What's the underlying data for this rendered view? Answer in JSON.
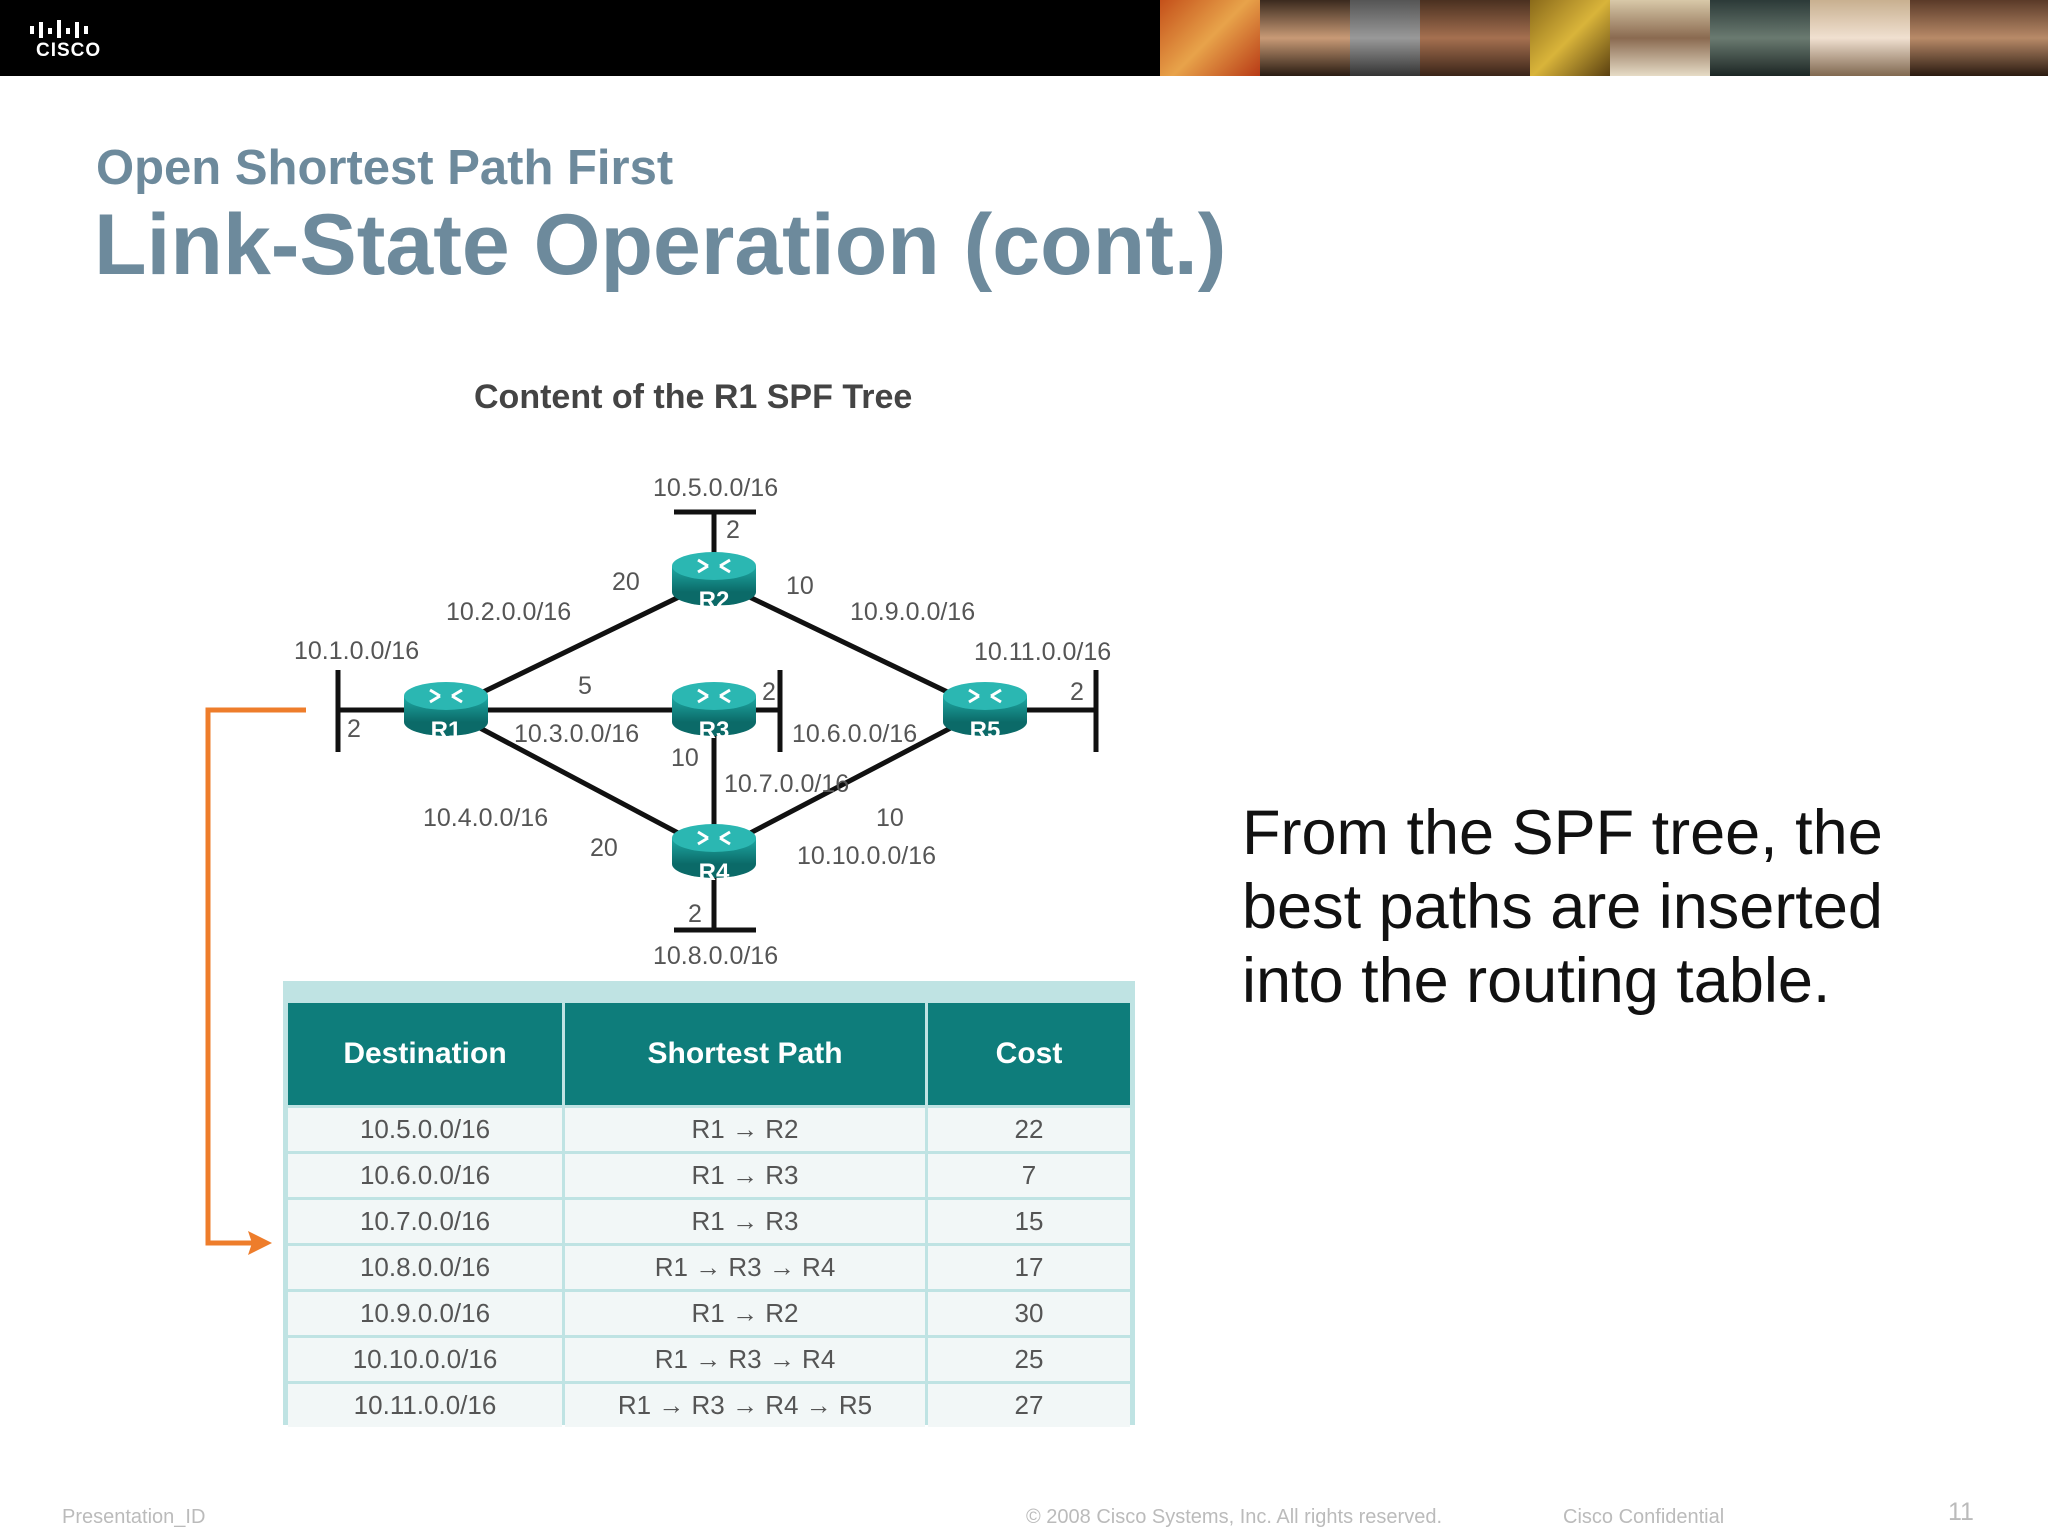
{
  "brand": {
    "name": "CISCO"
  },
  "header": {
    "subtitle": "Open Shortest Path First",
    "title": "Link-State Operation (cont.)"
  },
  "diagram": {
    "title": "Content of the R1 SPF Tree",
    "routers": [
      "R1",
      "R2",
      "R3",
      "R4",
      "R5"
    ],
    "networks": [
      "10.1.0.0/16",
      "10.2.0.0/16",
      "10.3.0.0/16",
      "10.4.0.0/16",
      "10.5.0.0/16",
      "10.6.0.0/16",
      "10.7.0.0/16",
      "10.8.0.0/16",
      "10.9.0.0/16",
      "10.10.0.0/16",
      "10.11.0.0/16"
    ],
    "costs": {
      "r1_lan": "2",
      "r2_lan": "2",
      "r3_lan": "2",
      "r4_lan": "2",
      "r5_lan": "2",
      "r1_r2": "20",
      "r2_r5": "10",
      "r1_r3": "5",
      "r3_r4": "10",
      "r1_r4": "20",
      "r4_r5": "10"
    },
    "accent_color": "#0e7d7b",
    "arrow_color": "#ee7d2b"
  },
  "table": {
    "headers": [
      "Destination",
      "Shortest Path",
      "Cost"
    ],
    "rows": [
      [
        "10.5.0.0/16",
        "R1 → R2",
        "22"
      ],
      [
        "10.6.0.0/16",
        "R1 → R3",
        "7"
      ],
      [
        "10.7.0.0/16",
        "R1 → R3",
        "15"
      ],
      [
        "10.8.0.0/16",
        "R1 → R3 → R4",
        "17"
      ],
      [
        "10.9.0.0/16",
        "R1 → R2",
        "30"
      ],
      [
        "10.10.0.0/16",
        "R1 → R3 → R4",
        "25"
      ],
      [
        "10.11.0.0/16",
        "R1 → R3 → R4 → R5",
        "27"
      ]
    ]
  },
  "body_text": "From the SPF tree, the best paths are inserted into the routing table.",
  "footer": {
    "left": "Presentation_ID",
    "center": "© 2008 Cisco Systems, Inc. All rights reserved.",
    "right": "Cisco Confidential",
    "page": "11"
  }
}
